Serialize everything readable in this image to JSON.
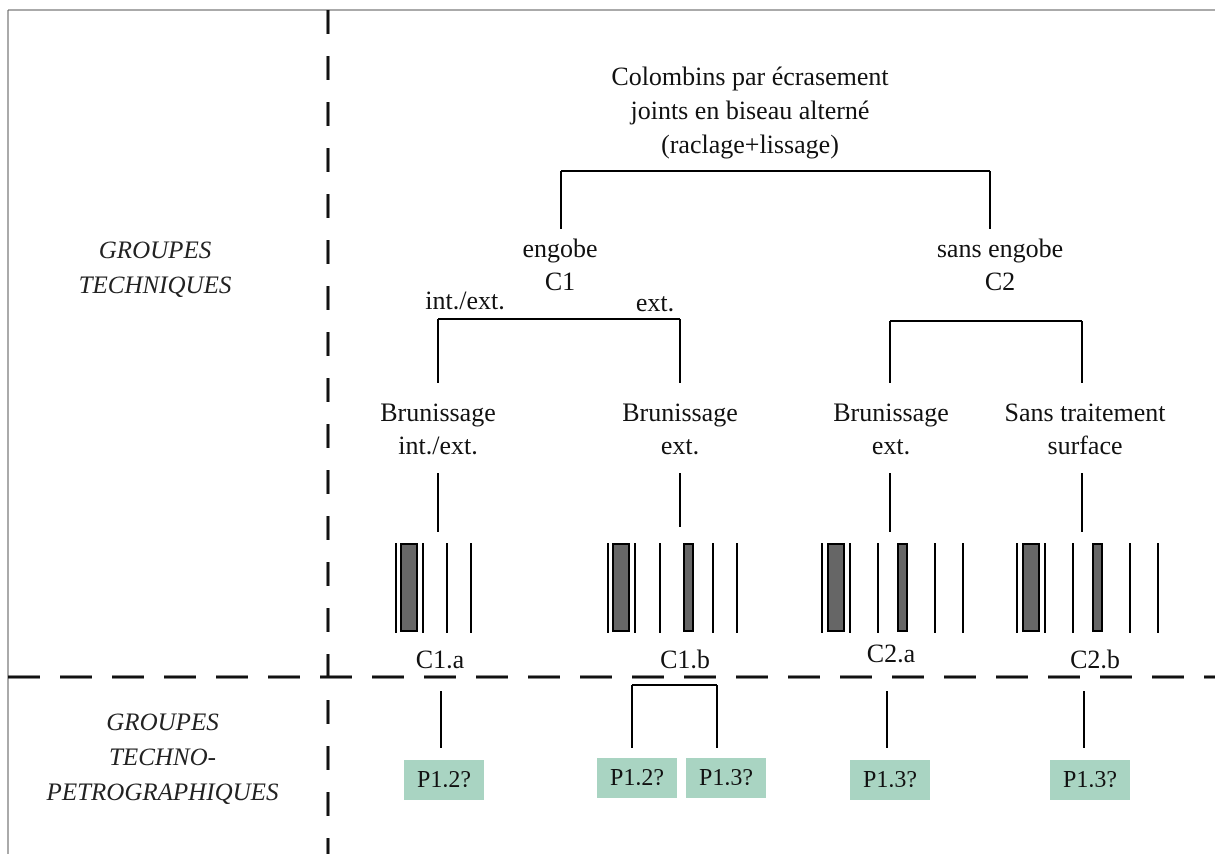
{
  "side_labels": {
    "technical": [
      "GROUPES",
      "TECHNIQUES"
    ],
    "techno_petro": [
      "GROUPES",
      "TECHNO-",
      "PETROGRAPHIQUES"
    ]
  },
  "root": [
    "Colombins par écrasement",
    "joints en biseau alterné",
    "(raclage+lissage)"
  ],
  "branch_c1": [
    "engobe",
    "C1"
  ],
  "branch_c2": [
    "sans engobe",
    "C2"
  ],
  "sub_labels": {
    "int_ext": "int./ext.",
    "ext": "ext."
  },
  "treatments": [
    [
      "Brunissage",
      "int./ext."
    ],
    [
      "Brunissage",
      "ext."
    ],
    [
      "Brunissage",
      "ext."
    ],
    [
      "Sans traitement",
      "surface"
    ]
  ],
  "groups": [
    "C1.a",
    "C1.b",
    "C2.a",
    "C2.b"
  ],
  "petro_tags": [
    "P1.2?",
    "P1.2?",
    "P1.3?",
    "P1.3?",
    "P1.3?"
  ],
  "colors": {
    "tag_fill": "#a9d4c2",
    "bar_fill": "#666666",
    "line": "#000000"
  }
}
